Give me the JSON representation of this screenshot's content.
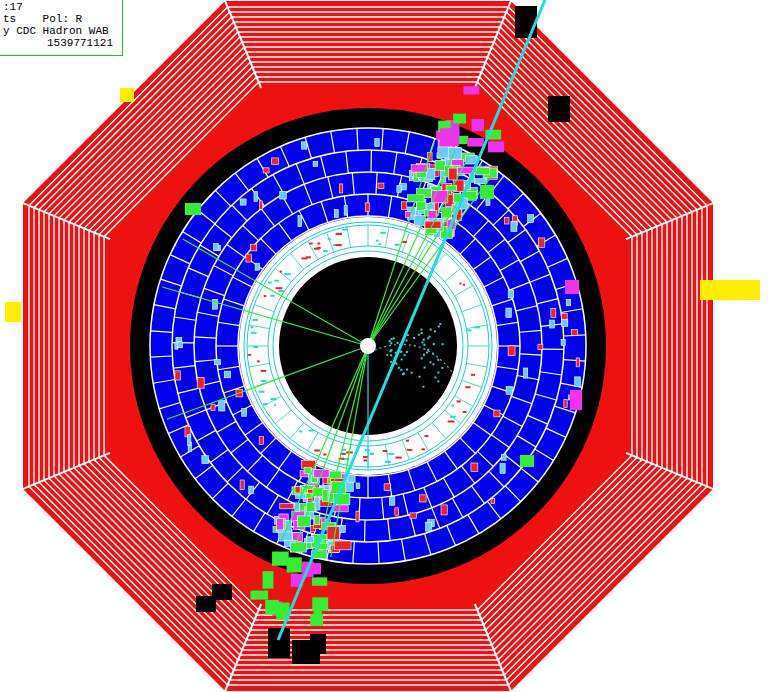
{
  "diagram": {
    "nodes": [
      {
        "text": [
          ":17",
          "ts    Pol: R",
          "y CDC Hadron WAB",
          "1539771121"
        ]
      }
    ]
  }
}
